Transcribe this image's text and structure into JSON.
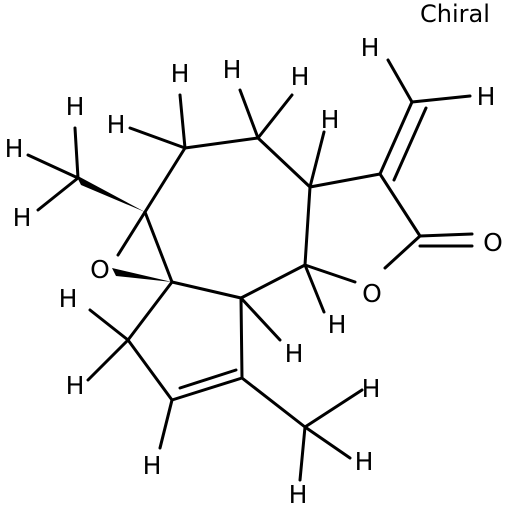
{
  "chiral_label": "Chiral",
  "atom_labels": {
    "hydrogen": "H",
    "oxygen": "O"
  },
  "colors": {
    "bond": "#000000",
    "background": "#ffffff"
  }
}
